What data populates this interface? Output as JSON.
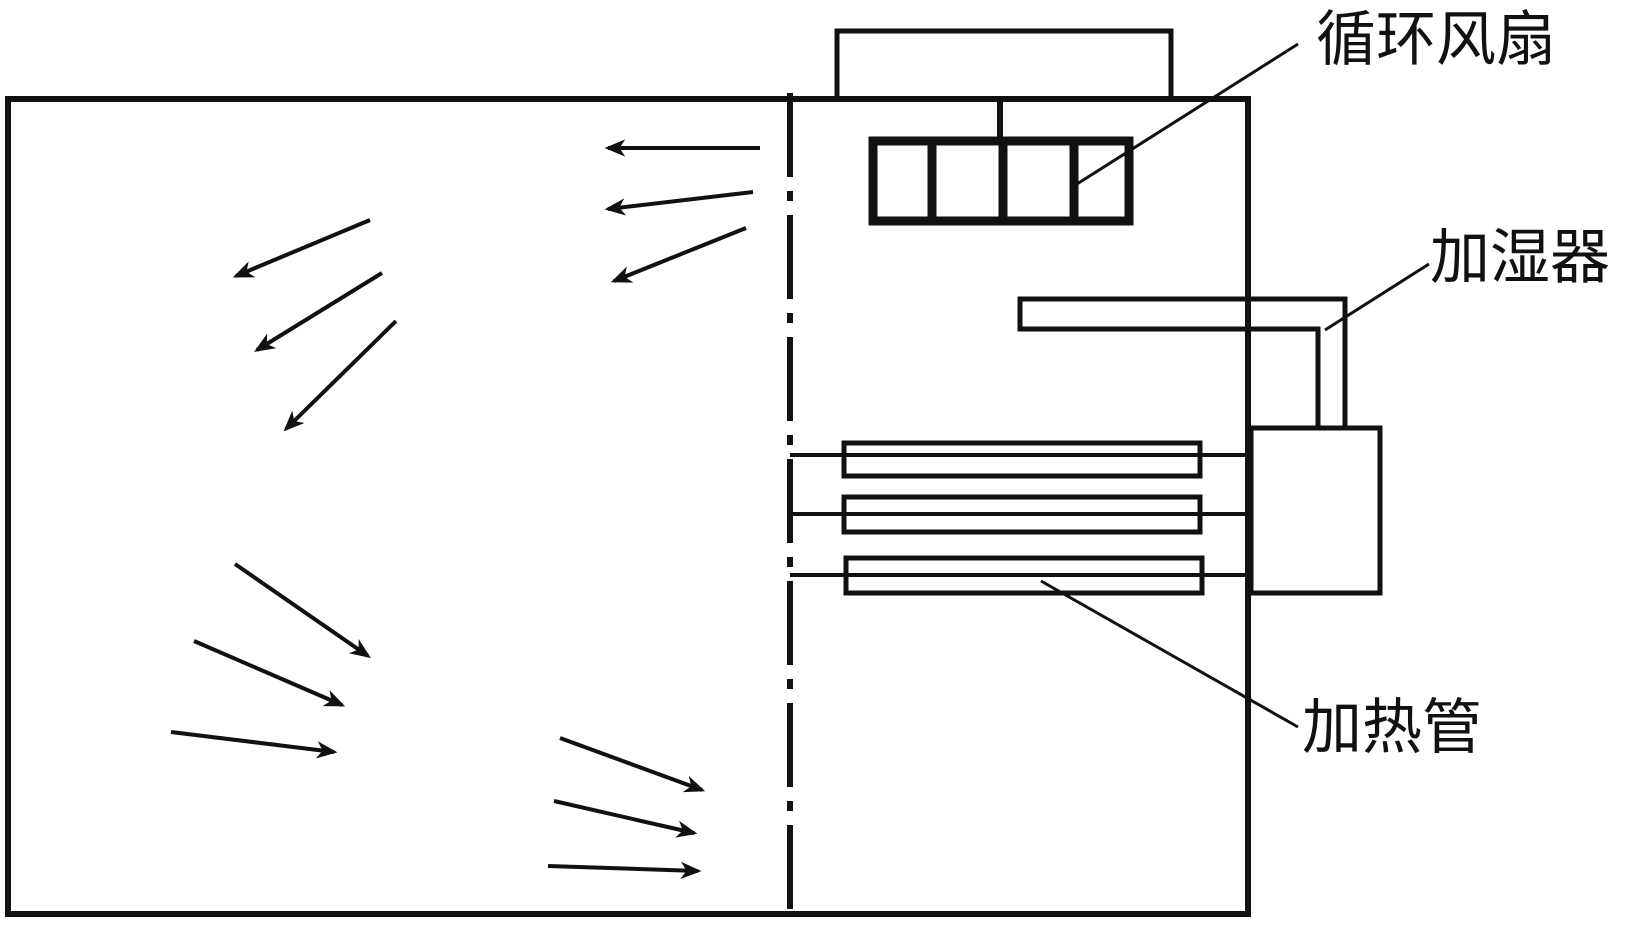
{
  "diagram": {
    "labels": {
      "fan": "循环风扇",
      "humidifier": "加湿器",
      "heater": "加热管"
    },
    "stroke_color": "#111111",
    "background_color": "#ffffff"
  }
}
